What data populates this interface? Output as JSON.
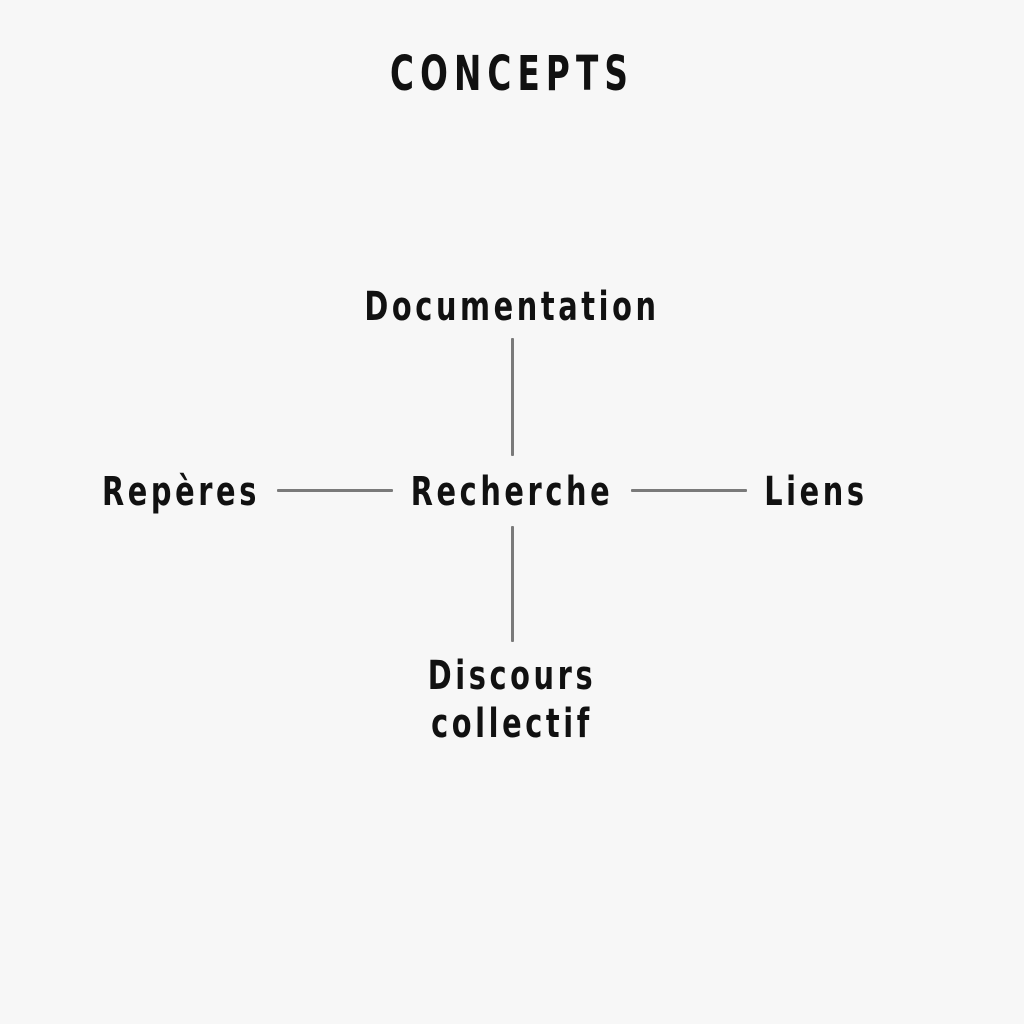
{
  "title": "CONCEPTS",
  "nodes": {
    "top": "Documentation",
    "center": "Recherche",
    "left": "Repères",
    "right": "Liens",
    "bottom": "Discours\ncollectif"
  },
  "colors": {
    "background": "#f7f7f7",
    "text": "#111111",
    "connector": "#7a7a7a"
  }
}
